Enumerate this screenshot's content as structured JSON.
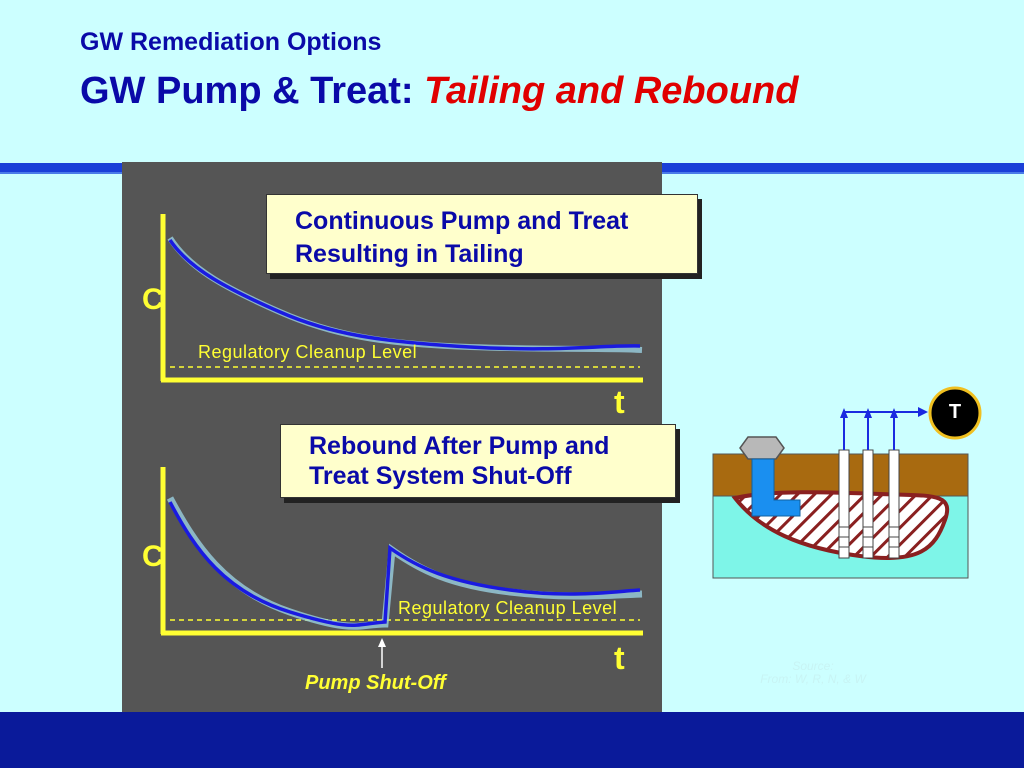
{
  "header": {
    "subtitle": "GW Remediation Options",
    "title_main": "GW Pump & Treat:",
    "title_emph": "Tailing and Rebound"
  },
  "graph1": {
    "callout_line1": "Continuous Pump and Treat",
    "callout_line2": "Resulting in Tailing",
    "y_label": "C",
    "x_label": "t",
    "reg_label": "Regulatory Cleanup Level"
  },
  "graph2": {
    "callout_line1": "Rebound After Pump and",
    "callout_line2": "Treat System Shut-Off",
    "y_label": "C",
    "x_label": "t",
    "reg_label": "Regulatory Cleanup Level",
    "shutoff_label": "Pump Shut-Off"
  },
  "diagram": {
    "treatment_label": "T",
    "source_line1": "Source:",
    "source_line2": "From: W, R, N, & W"
  },
  "colors": {
    "background": "#ccffff",
    "title_blue": "#0a0aa8",
    "title_red": "#e00000",
    "panel": "#555555",
    "axis": "#ffff33",
    "curve": "#1a1ae0",
    "footer": "#0a1a9a"
  }
}
